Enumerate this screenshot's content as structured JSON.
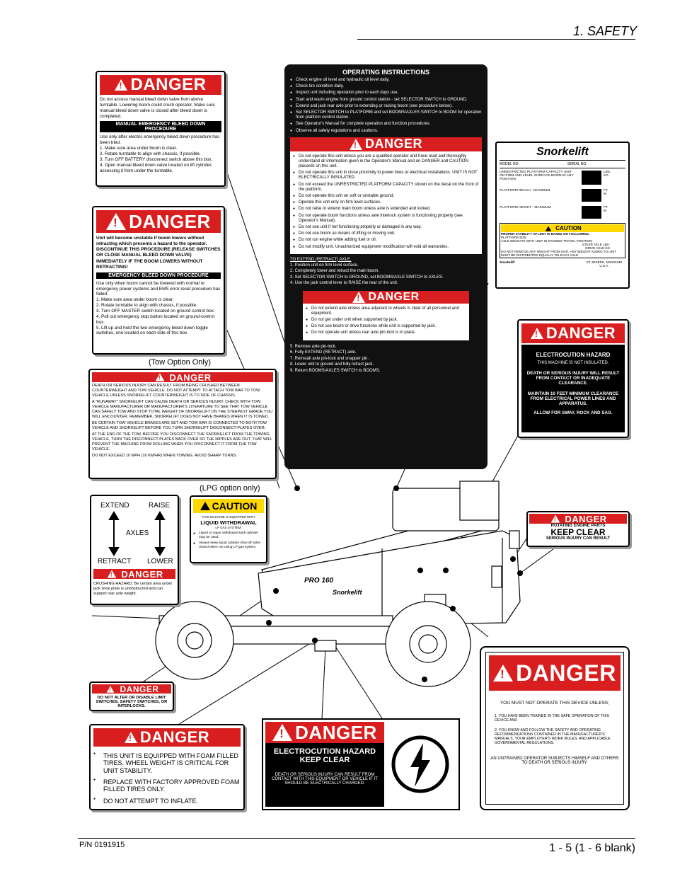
{
  "header": {
    "section": "1. SAFETY"
  },
  "footer": {
    "part_number": "P/N 0191915",
    "page": "1 - 5 (1 - 6 blank)"
  },
  "danger_word": "DANGER",
  "caution_word": "CAUTION",
  "decal_manual": {
    "text": "Do not access manual bleed down valve from above turntable. Lowering boom could crush operator. Make sure manual bleed down valve is closed after bleed down is completed.",
    "bar": "MANUAL EMERGENCY BLEED DOWN PROCEDURE",
    "intro": "Use only after electric emergency bleed down procedure has been tried.",
    "steps": [
      "1. Make sure area under boom is clear.",
      "2. Rotate turntable to align with chassis, if possible.",
      "3. Turn OFF BATTERY disconnect switch above this box.",
      "4. Open manual bleed down valve located on lift cylinder, accessing it from under the turntable."
    ]
  },
  "decal_emergency": {
    "text": "Unit will become unstable if boom lowers without retracting which presents a hazard to the operator. DISCONTINUE THIS PROCEDURE (RELEASE SWITCHES OR CLOSE MANUAL BLEED DOWN VALVE) IMMEDIATELY IF THE BOOM LOWERS WITHOUT RETRACTING!",
    "bar": "EMERGENCY BLEED DOWN PROCEDURE",
    "intro": "Use only when boom cannot be lowered with normal or emergency power systems and EMS error reset procedure has failed.",
    "steps": [
      "1. Make sure area under boom is clear.",
      "2. Rotate turntable to align with chassis, if possible.",
      "3. Turn OFF MASTER switch located on ground control box.",
      "4. Pull out emergency stop button located on ground-control box.",
      "5. Lift up and hold the two emergency bleed down toggle switches, one located on each side of this box."
    ]
  },
  "tow_option": "(Tow Option Only)",
  "decal_tow": {
    "paras": [
      "DEATH OR SERIOUS INJURY CAN RESULT FROM BEING CRUSHED BETWEEN COUNTERWEIGHT AND TOW VEHICLE. DO NOT ATTEMPT TO ATTACH TOW BAR TO TOW VEHICLE UNLESS SNORKELIFT COUNTERWEIGHT IS TO SIDE OF CHASSIS.",
      "A \"RUNAWAY\" SNORKELIFT CAN CAUSE DEATH OR SERIOUS INJURY. CHECK WITH TOW VEHICLE MANUFACTURER OR MANUFACTURER'S LITERATURE TO SEE THAT TOW VEHICLE CAN SAFELY TOW AND STOP TOTAL WEIGHT OF SNORKELIFT ON THE STEEPEST GRADE YOU WILL ENCOUNTER. REMEMBER, SNORKELIFT DOES NOT HAVE BRAKES WHEN IT IS TOWED.",
      "BE CERTAIN TOW VEHICLE BRAKES ARE SET AND TOW BAR IS CONNECTED TO BOTH TOW VEHICLE AND SNORKELIFT BEFORE YOU TURN SNORKELIFT DISCONNECT-PLATES OVER.",
      "AT THE END OF THE TOW, BEFORE YOU DISCONNECT THE SNORKELIFT FROM THE TOWING VEHICLE, TURN THE DISCONNECT-PLATES BACK OVER SO THE NIPPLES ARE OUT. THAT WILL PREVENT THE MACHINE FROM ROLLING WHEN YOU DISCONNECT IT FROM THE TOW VEHICLE.",
      "DO NOT EXCEED 10 MPH (16 KM/HR) WHEN TOWING. AVOID SHARP TURNS."
    ]
  },
  "decal_axle": {
    "extend": "EXTEND",
    "raise": "RAISE",
    "axles": "AXLES",
    "retract": "RETRACT",
    "lower": "LOWER",
    "text": "CRUSHING HAZARD. Be certain area under jack shoe plate is unobstructed and can support rear axle weight."
  },
  "lpg_option": "(LPG option only)",
  "decal_lpg": {
    "line1": "THIS MACHINE IS EQUIPPED WITH",
    "line2": "LIQUID WITHDRAWAL",
    "line3": "LP GAS SYSTEM.",
    "b1": "Liquid or vapor withdrawal tank cylinder may be used.",
    "b2": "Always keep liquid cylinder shut-off valve closed when not using LP gas system."
  },
  "operating": {
    "title": "OPERATING INSTRUCTIONS",
    "items": [
      "Check engine oil level and hydraulic oil level daily.",
      "Check tire condition daily.",
      "Inspect unit including operation prior to each days use.",
      "Start and warm engine from ground control station - set SELECTOR SWITCH to GROUND.",
      "Extend and jack rear axle prior to extending or raising boom (see procedure below).",
      "Set SELECTOR SWITCH to PLATFORM and set BOOMS/AXLES SWITCH to BOOM for operation from platform control station.",
      "See Operator's Manual for complete operation and function procedures.",
      "Observe all safety regulations and cautions."
    ],
    "danger_items": [
      "Do not operate this unit unless you are a qualified operator and have read and thoroughly understand all information given in the Operator's Manual and on DANGER and CAUTION placards on this unit.",
      "Do not operate this unit in close proximity to power lines or electrical installations. UNIT IS NOT ELECTRICALLY INSULATED.",
      "Do not exceed the UNRESTRICTED PLATFORM CAPACITY shown on the decal on the front of the platform.",
      "Do not operate this unit on soft or unstable ground.",
      "Operate this unit only on firm level surfaces.",
      "Do not raise or extend main boom unless axle is extended and locked.",
      "Do not operate boom functions unless axle interlock system is functioning properly (see Operator's Manual).",
      "Do not use unit if not functioning properly or damaged in any way.",
      "Do not use boom as means of lifting or moving unit.",
      "Do not run engine while adding fuel or oil.",
      "Do not modify unit. Unauthorized equipment modification will void all warranties."
    ],
    "extend_title": "TO EXTEND (RETRACT) AXLE.",
    "extend_steps": [
      "1. Position unit on firm level surface.",
      "2. Completely lower and retract the main boom.",
      "3. Set SELECTOR SWITCH to GROUND, set BOOMS/AXLE SWITCH to AXLES.",
      "4. Use the jack control lever to RAISE the rear of the unit."
    ],
    "inner_danger_items": [
      "Do not extend axle unless area adjacent to wheels is clear of all personnel and equipment.",
      "Do not get under unit when supported by jack.",
      "Do not use boom or drive functions while unit is supported by jack.",
      "Do not operate unit unless rear axle pin-lock is in place."
    ],
    "final_steps": [
      "5. Remove axle pin-lock.",
      "6. Fully EXTEND (RETRACT) axle.",
      "7. Reinstall axle pin-lock and snapper pin.",
      "8. Lower unit to ground and fully retract jack.",
      "9. Return BOOMS/AXLES SWITCH to BOOMS."
    ]
  },
  "plate": {
    "brand": "Snorkelift",
    "model": "MODEL NO.",
    "serial": "SERIAL NO.",
    "capacity": "UNRESTRICTED PLATFORM CAPACITY UNIT ON FIRM AND LEVEL SURFACE BOOM IN ANY POSITION",
    "lbs": "LBS.",
    "kg": "KG",
    "reach": "PLATFORM REACH - MAXIMUM",
    "height": "PLATFORM HEIGHT - MAXIMUM",
    "ft": "FT.",
    "m": "M",
    "caution_text": "PROPER STABILITY OF UNIT IS BASED ON FOLLOWING.",
    "platform_size": "PLATFORM SIZE",
    "axle_weight": "AXLE WEIGHTS WITH UNIT IN STOWED-TRAVEL POSITION",
    "steer": "STEER AXLE",
    "drive": "DRIVE AXLE",
    "note": "DO NOT REMOVE ANY WEIGHT FROM UNIT. ANY WEIGHT ADDED TO UNIT MUST BE DISTRIBUTED EQUALLY ON EACH AXLE.",
    "city": "ST JOSEPH, MISSOURI U.S.A."
  },
  "decal_electro": {
    "title": "ELECTROCUTION HAZARD",
    "l1": "THIS MACHINE IS NOT INSULATED.",
    "l2": "DEATH OR SERIOUS INJURY WILL RESULT FROM CONTACT OR INADEQUATE CLEARANCE.",
    "l3": "MAINTAIN 10 FEET MINIMUM CLEARANCE FROM ELECTRICAL POWER LINES AND APPARATUS.",
    "l4": "ALLOW FOR SWAY, ROCK AND SAG."
  },
  "decal_keepclear": {
    "l1": "ROTATING ENGINE PARTS",
    "l2": "KEEP CLEAR",
    "l3": "SERIOUS INJURY CAN RESULT"
  },
  "decal_limit": {
    "text": "DO NOT ALTER OR DISABLE LIMIT SWITCHES, SAFETY SWITCHES, OR INTERLOCKS."
  },
  "decal_foam": {
    "items": [
      "THIS UNIT IS EQUIPPED WITH FOAM FILLED TIRES. WHEEL WEIGHT IS CRITICAL FOR UNIT STABILITY.",
      "REPLACE WITH FACTORY APPROVED FOAM FILLED TIRES ONLY.",
      "DO NOT ATTEMPT TO INFLATE."
    ]
  },
  "decal_electro2": {
    "title": "ELECTROCUTION HAZARD",
    "sub": "KEEP CLEAR",
    "text": "DEATH OR SERIOUS INJURY CAN RESULT FROM CONTACT WITH THIS EQUIPMENT OR VEHICLE IF IT SHOULD BE ELECTRICALLY CHARGED."
  },
  "decal_operate": {
    "head": "YOU MUST NOT OPERATE THIS DEVICE UNLESS;",
    "i1": "1. YOU HAVE BEEN TRAINED IN THE SAFE OPERATION OF THIS DEVICE AND",
    "i2": "2. YOU KNOW AND FOLLOW THE SAFETY AND OPERATING RECOMMENDATIONS CONTAINED IN THE MANUFACTURER'S MANUALS, YOUR EMPLOYER'S WORK RULES, AND APPLICABLE GOVERNMENTAL REGULATIONS.",
    "foot": "AN UNTRAINED OPERATOR SUBJECTS HIMSELF AND OTHERS TO DEATH OR SERIOUS INJURY."
  },
  "machine": {
    "model": "PRO 160",
    "brand": "Snorkelift"
  }
}
